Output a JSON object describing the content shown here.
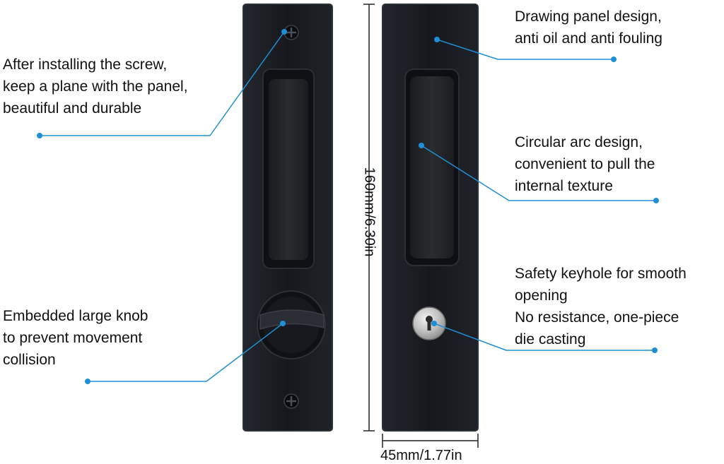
{
  "callouts": {
    "screw": [
      "After installing the screw,",
      "keep a plane with the panel,",
      "beautiful and durable"
    ],
    "knob": [
      "Embedded large knob",
      "to prevent movement",
      "collision"
    ],
    "panel": [
      "Drawing panel design,",
      "anti oil and anti fouling"
    ],
    "arc": [
      "Circular arc design,",
      "convenient to pull the",
      "internal texture"
    ],
    "keyhole": [
      "Safety keyhole for smooth",
      "opening",
      "No resistance, one-piece",
      "die casting"
    ]
  },
  "dimensions": {
    "height": "160mm/6.30in",
    "width": "45mm/1.77in"
  },
  "colors": {
    "background": "#ffffff",
    "panel": "#14161c",
    "panel_edge": "#2c3038",
    "recess": "#1e2024",
    "callout_line": "#1e8fd6",
    "callout_dot": "#1e8fd6",
    "keyhole_metal": "#b9b9b9",
    "text": "#111111"
  },
  "icons": {
    "screw": "phillips-screw-icon",
    "keyhole": "keyhole-icon"
  }
}
